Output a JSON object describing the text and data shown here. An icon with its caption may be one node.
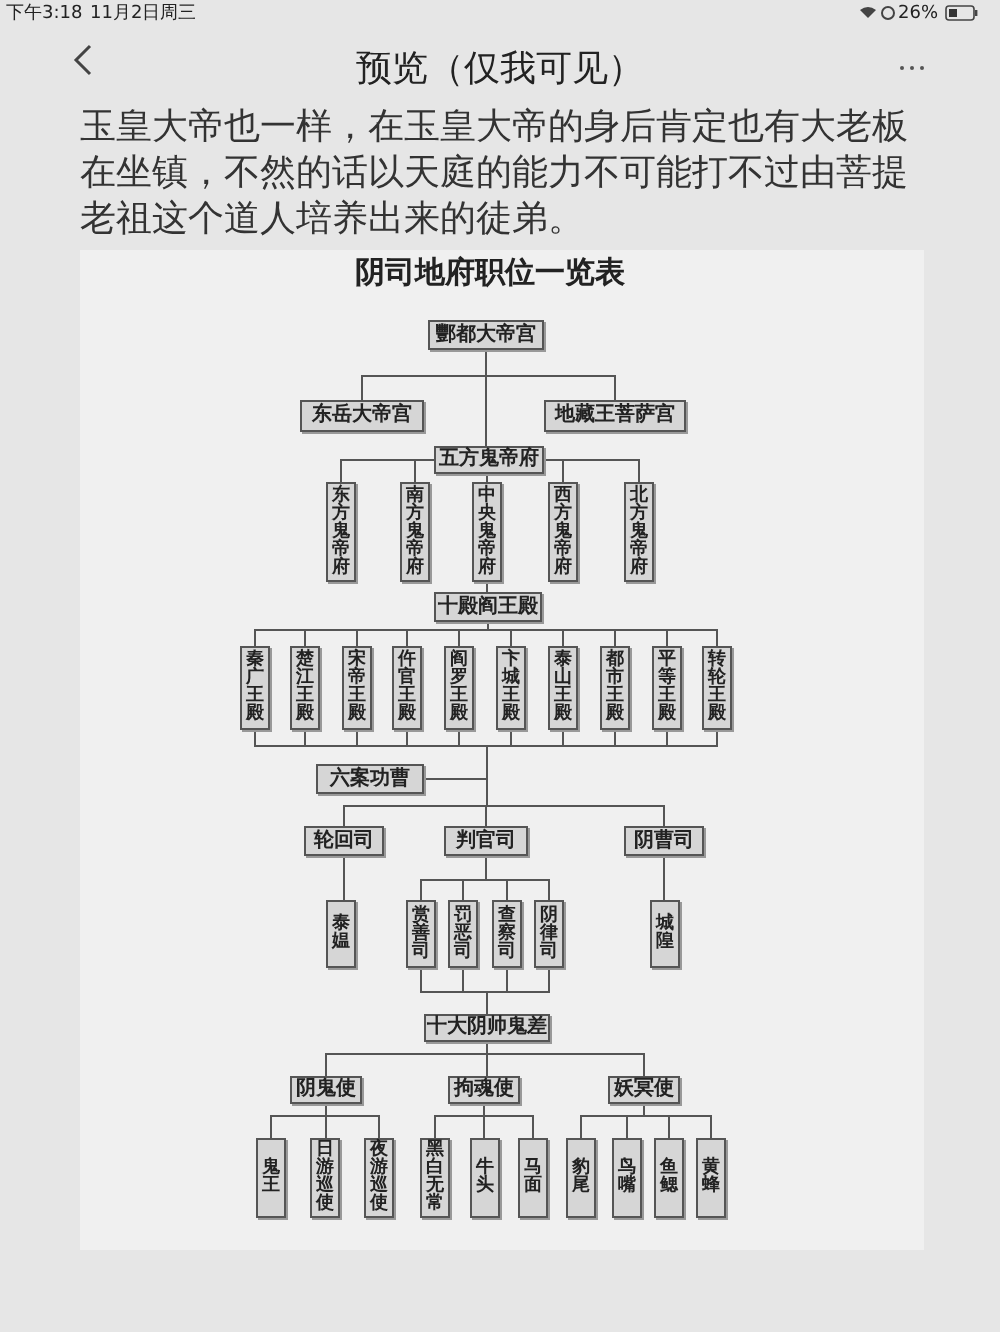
{
  "diagram": {
    "title": "阴司地府职位一览表",
    "nodes": [
      {
        "text": [
          "酆都大帝宫"
        ]
      },
      {
        "text": [
          "东岳大帝宫"
        ]
      },
      {
        "text": [
          "地藏王菩萨宫"
        ]
      },
      {
        "text": [
          "五方鬼帝府"
        ]
      },
      {
        "text": [
          "东方鬼帝府"
        ]
      },
      {
        "text": [
          "南方鬼帝府"
        ]
      },
      {
        "text": [
          "中央鬼帝府"
        ]
      },
      {
        "text": [
          "西方鬼帝府"
        ]
      },
      {
        "text": [
          "北方鬼帝府"
        ]
      },
      {
        "text": [
          "十殿阎王殿"
        ]
      },
      {
        "text": [
          "秦广王殿"
        ]
      },
      {
        "text": [
          "楚江王殿"
        ]
      },
      {
        "text": [
          "宋帝王殿"
        ]
      },
      {
        "text": [
          "仵官王殿"
        ]
      },
      {
        "text": [
          "阎罗王殿"
        ]
      },
      {
        "text": [
          "卞城王殿"
        ]
      },
      {
        "text": [
          "泰山王殿"
        ]
      },
      {
        "text": [
          "都市王殿"
        ]
      },
      {
        "text": [
          "平等王殿"
        ]
      },
      {
        "text": [
          "转轮王殿"
        ]
      },
      {
        "text": [
          "六案功曹"
        ]
      },
      {
        "text": [
          "轮回司"
        ]
      },
      {
        "text": [
          "判官司"
        ]
      },
      {
        "text": [
          "阴曹司"
        ]
      },
      {
        "text": [
          "泰媪"
        ]
      },
      {
        "text": [
          "赏善司"
        ]
      },
      {
        "text": [
          "罚恶司"
        ]
      },
      {
        "text": [
          "查察司"
        ]
      },
      {
        "text": [
          "阴律司"
        ]
      },
      {
        "text": [
          "城隍"
        ]
      },
      {
        "text": [
          "十大阴帅鬼差"
        ]
      },
      {
        "text": [
          "阴鬼使"
        ]
      },
      {
        "text": [
          "拘魂使"
        ]
      },
      {
        "text": [
          "妖冥使"
        ]
      },
      {
        "text": [
          "鬼王"
        ]
      },
      {
        "text": [
          "日游巡使"
        ]
      },
      {
        "text": [
          "夜游巡使"
        ]
      },
      {
        "text": [
          "黑白无常"
        ]
      },
      {
        "text": [
          "牛头"
        ]
      },
      {
        "text": [
          "马面"
        ]
      },
      {
        "text": [
          "豹尾"
        ]
      },
      {
        "text": [
          "鸟嘴"
        ]
      },
      {
        "text": [
          "鱼鳃"
        ]
      },
      {
        "text": [
          "黄蜂"
        ]
      }
    ],
    "edges": [
      {
        "from": 0,
        "to": 1,
        "arrow": "none"
      },
      {
        "from": 0,
        "to": 2,
        "arrow": "none"
      },
      {
        "from": 0,
        "to": 3,
        "arrow": "none"
      },
      {
        "from": 3,
        "to": 4,
        "arrow": "none"
      },
      {
        "from": 3,
        "to": 5,
        "arrow": "none"
      },
      {
        "from": 3,
        "to": 6,
        "arrow": "none"
      },
      {
        "from": 3,
        "to": 7,
        "arrow": "none"
      },
      {
        "from": 3,
        "to": 8,
        "arrow": "none"
      },
      {
        "from": 6,
        "to": 9,
        "arrow": "none"
      },
      {
        "from": 9,
        "to": 10,
        "arrow": "none"
      },
      {
        "from": 9,
        "to": 11,
        "arrow": "none"
      },
      {
        "from": 9,
        "to": 12,
        "arrow": "none"
      },
      {
        "from": 9,
        "to": 13,
        "arrow": "none"
      },
      {
        "from": 9,
        "to": 14,
        "arrow": "none"
      },
      {
        "from": 9,
        "to": 15,
        "arrow": "none"
      },
      {
        "from": 9,
        "to": 16,
        "arrow": "none"
      },
      {
        "from": 9,
        "to": 17,
        "arrow": "none"
      },
      {
        "from": 9,
        "to": 18,
        "arrow": "none"
      },
      {
        "from": 9,
        "to": 19,
        "arrow": "none"
      },
      {
        "from": 10,
        "to": 20,
        "arrow": "none"
      },
      {
        "from": 11,
        "to": 20,
        "arrow": "none"
      },
      {
        "from": 12,
        "to": 20,
        "arrow": "none"
      },
      {
        "from": 13,
        "to": 20,
        "arrow": "none"
      },
      {
        "from": 14,
        "to": 20,
        "arrow": "none"
      },
      {
        "from": 15,
        "to": 20,
        "arrow": "none"
      },
      {
        "from": 16,
        "to": 20,
        "arrow": "none"
      },
      {
        "from": 17,
        "to": 20,
        "arrow": "none"
      },
      {
        "from": 18,
        "to": 20,
        "arrow": "none"
      },
      {
        "from": 19,
        "to": 20,
        "arrow": "none"
      },
      {
        "from": 20,
        "to": 21,
        "arrow": "none"
      },
      {
        "from": 20,
        "to": 22,
        "arrow": "none"
      },
      {
        "from": 20,
        "to": 23,
        "arrow": "none"
      },
      {
        "from": 21,
        "to": 24,
        "arrow": "none"
      },
      {
        "from": 22,
        "to": 25,
        "arrow": "none"
      },
      {
        "from": 22,
        "to": 26,
        "arrow": "none"
      },
      {
        "from": 22,
        "to": 27,
        "arrow": "none"
      },
      {
        "from": 22,
        "to": 28,
        "arrow": "none"
      },
      {
        "from": 23,
        "to": 29,
        "arrow": "none"
      },
      {
        "from": 25,
        "to": 30,
        "arrow": "none"
      },
      {
        "from": 26,
        "to": 30,
        "arrow": "none"
      },
      {
        "from": 27,
        "to": 30,
        "arrow": "none"
      },
      {
        "from": 28,
        "to": 30,
        "arrow": "none"
      },
      {
        "from": 30,
        "to": 31,
        "arrow": "none"
      },
      {
        "from": 30,
        "to": 32,
        "arrow": "none"
      },
      {
        "from": 30,
        "to": 33,
        "arrow": "none"
      },
      {
        "from": 31,
        "to": 34,
        "arrow": "none"
      },
      {
        "from": 31,
        "to": 35,
        "arrow": "none"
      },
      {
        "from": 31,
        "to": 36,
        "arrow": "none"
      },
      {
        "from": 32,
        "to": 37,
        "arrow": "none"
      },
      {
        "from": 32,
        "to": 38,
        "arrow": "none"
      },
      {
        "from": 32,
        "to": 39,
        "arrow": "none"
      },
      {
        "from": 33,
        "to": 40,
        "arrow": "none"
      },
      {
        "from": 33,
        "to": 41,
        "arrow": "none"
      },
      {
        "from": 33,
        "to": 42,
        "arrow": "none"
      },
      {
        "from": 33,
        "to": 43,
        "arrow": "none"
      }
    ],
    "labels": [
      "下午3:18",
      "11月2日周三",
      "26%",
      "预览（仅我可见）",
      "玉皇大帝也一样，在玉皇大帝的身后肯定也有大老板在坐镇，不然的话以天庭的能力不可能打不过由菩提老祖这个道人培养出来的徒弟。"
    ]
  }
}
